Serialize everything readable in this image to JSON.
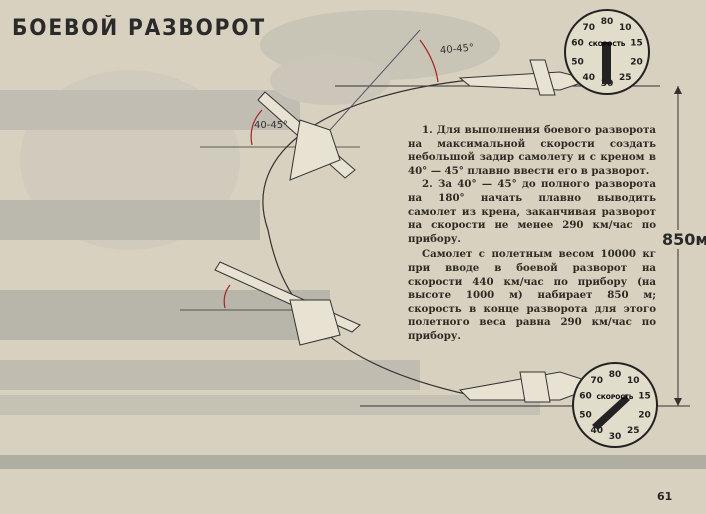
{
  "title": "БОЕВОЙ РАЗВОРОТ",
  "angle_labels": [
    "40-45°",
    "40-45°"
  ],
  "altitude_gain_label": "850м.",
  "paragraphs": [
    "1. Для выполнения боевого разворота на максимальной скорости создать небольшой задир самолету и с креном в 40° — 45° плавно ввести его в разворот.",
    "2. За 40° — 45° до полного разворота на 180° начать плавно выводить самолет из крена, заканчивая разворот на скорости не менее 290 км/час по прибору.",
    "Самолет с полетным весом 10000 кг при вводе в боевой разворот на скорости 440 км/час по прибору (на высоте 1000 м) набирает 850 м; скорость в конце разворота для этого полетного веса равна 290 км/час по прибору."
  ],
  "gauge": {
    "label": "СКОРОСТЬ",
    "numbers": [
      "80",
      "10",
      "15",
      "20",
      "25",
      "30",
      "40",
      "50",
      "60",
      "70"
    ]
  },
  "page_number": "61"
}
